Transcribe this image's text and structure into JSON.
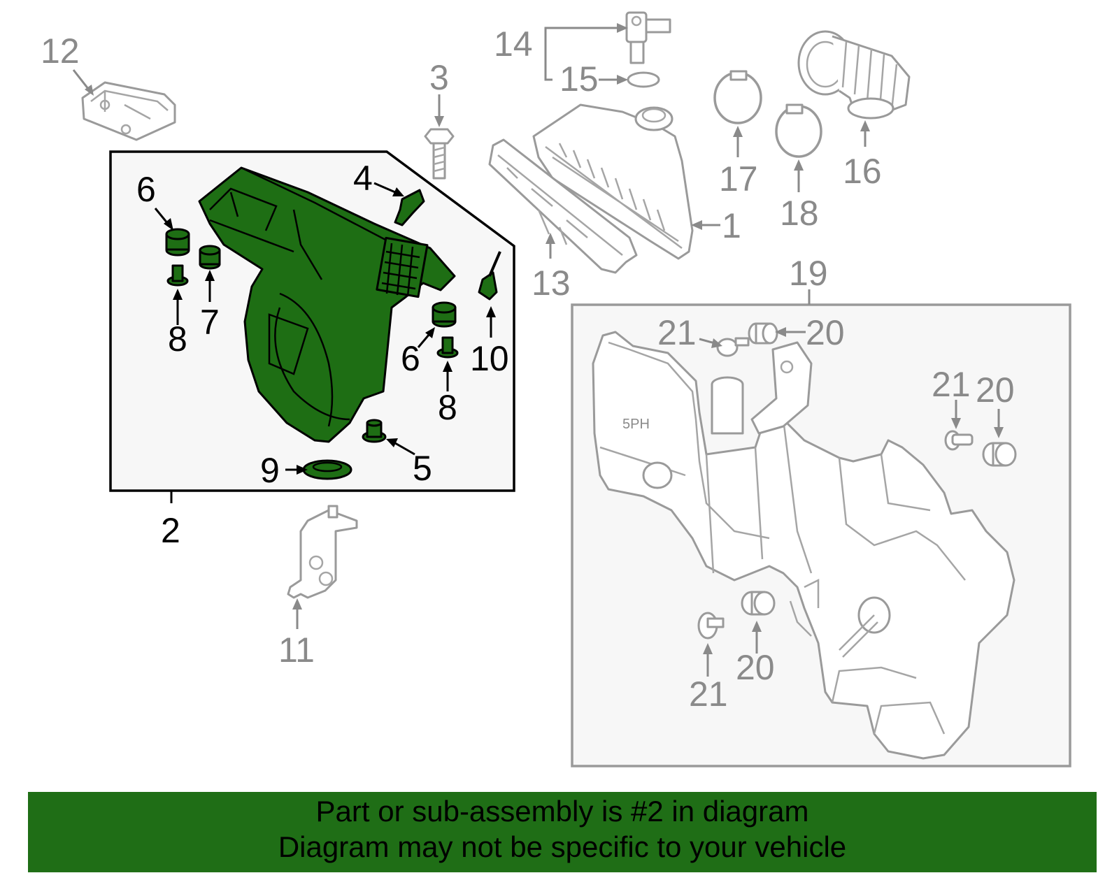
{
  "diagram": {
    "callouts": {
      "c1": "1",
      "c2": "2",
      "c3": "3",
      "c4": "4",
      "c5": "5",
      "c6a": "6",
      "c6b": "6",
      "c7": "7",
      "c8a": "8",
      "c8b": "8",
      "c9": "9",
      "c10": "10",
      "c11": "11",
      "c12": "12",
      "c13": "13",
      "c14": "14",
      "c15": "15",
      "c16": "16",
      "c17": "17",
      "c18": "18",
      "c19": "19",
      "c20a": "20",
      "c20b": "20",
      "c20c": "20",
      "c21a": "21",
      "c21b": "21",
      "c21c": "21"
    },
    "part_marking": "5PH",
    "colors": {
      "highlight_fill": "#1e6e14",
      "banner_background": "#1f6e16",
      "other_parts": "#9a9a9a",
      "box_panel": "#f7f7f7"
    }
  },
  "banner": {
    "line1": "Part or sub-assembly is #2 in diagram",
    "line2": "Diagram may not be specific to your vehicle"
  }
}
